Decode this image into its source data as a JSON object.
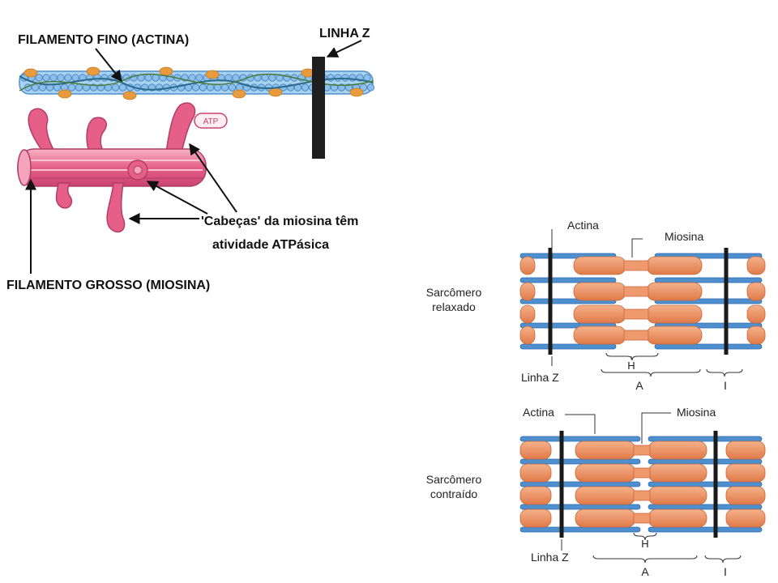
{
  "colors": {
    "actin_blue": "#4d8fcf",
    "actin_light": "#a9d2f0",
    "tropomyosin": "#e89a3c",
    "myosin_pink": "#e85c86",
    "myosin_light": "#f4a4bc",
    "myosin_orange": "#ef9a6e",
    "z_line": "#1a1a1a"
  },
  "top_diagram": {
    "thin_filament_label": "FILAMENTO FINO (ACTINA)",
    "z_line_label": "LINHA Z",
    "atp_label": "ATP",
    "heads_label_line1": "'Cabeças' da miosina têm",
    "heads_label_line2": "atividade ATPásica",
    "thick_filament_label": "FILAMENTO GROSSO (MIOSINA)"
  },
  "relaxed_sarcomere": {
    "state_line1": "Sarcômero",
    "state_line2": "relaxado",
    "actin_label": "Actina",
    "myosin_label": "Miosina",
    "h_label": "H",
    "z_label": "Linha Z",
    "a_label": "A",
    "i_label": "I"
  },
  "contracted_sarcomere": {
    "state_line1": "Sarcômero",
    "state_line2": "contraído",
    "actin_label": "Actina",
    "myosin_label": "Miosina",
    "h_label": "H",
    "z_label": "Linha Z",
    "a_label": "A",
    "i_label": "I"
  }
}
